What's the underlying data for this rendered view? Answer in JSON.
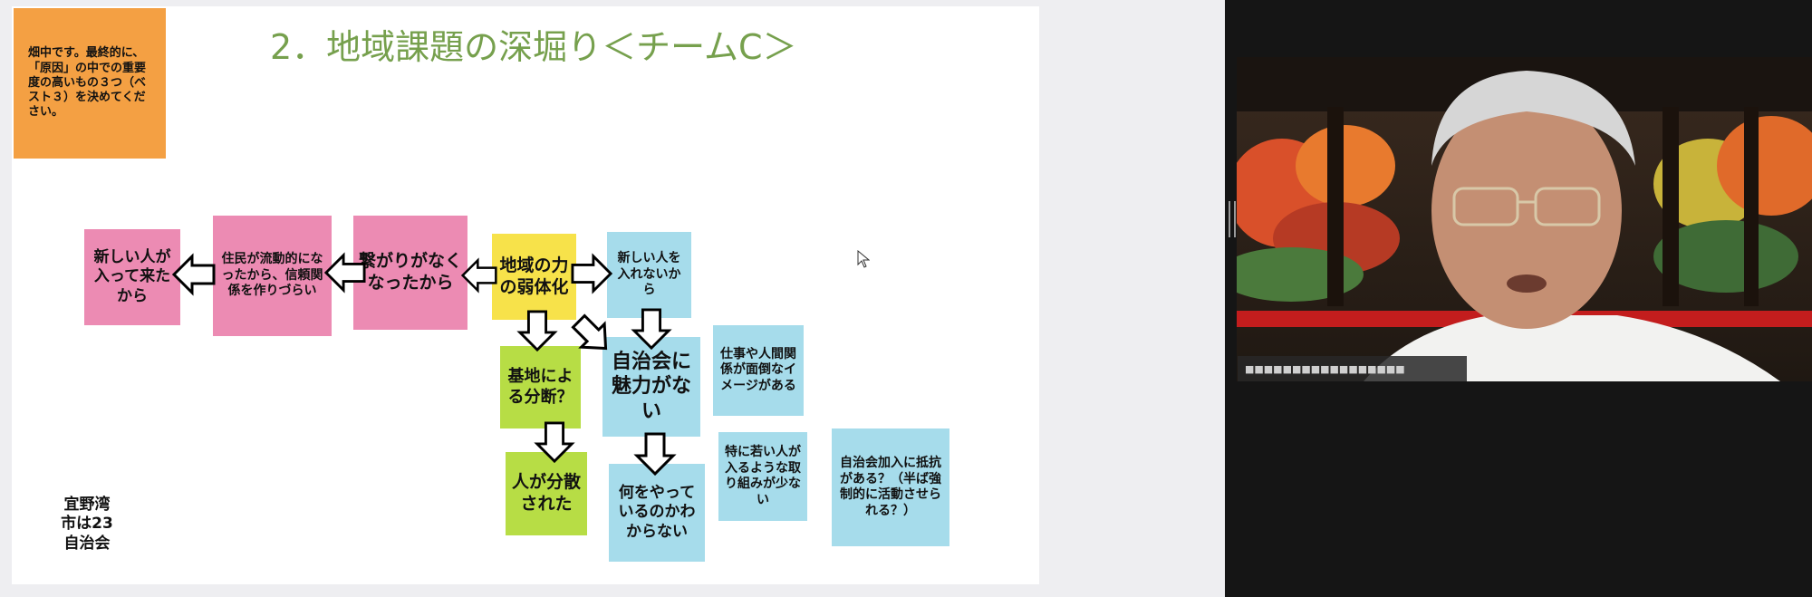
{
  "slide": {
    "title": "2．地域課題の深堀り＜チームC＞",
    "instruction_note": "畑中です。最終的に、「原因」の中での重要度の高いもの３つ（ベスト３）を決めてください。",
    "notes": {
      "new_people_came": "新しい人が入って来たから",
      "residents_mobile": "住民が流動的になったから、信頼関係を作りづらい",
      "lost_connections": "繋がりがなくなったから",
      "community_weakened": "地域の力の弱体化",
      "not_accept_new": "新しい人を入れないから",
      "base_division": "基地による分断？",
      "assoc_no_appeal": "自治会に魅力がない",
      "work_relations_troublesome": "仕事や人間関係が面倒なイメージがある",
      "people_dispersed": "人が分散された",
      "young_programs_few": "特に若い人が入るような取り組みが少ない",
      "dont_know_activities": "何をやっているのかわからない",
      "resistance_joining": "自治会加入に抵抗がある？（半ば強制的に活動させられる？）",
      "ginowan_text": "宜野湾市は23自治会"
    },
    "colors": {
      "title": "#76a04d",
      "pink": "#ec8bb3",
      "yellow": "#f7e24a",
      "green": "#b7dd45",
      "blue": "#a6dceb",
      "orange": "#f4a043"
    }
  },
  "video": {
    "participant_name": "■■■■■■■■■■■■■■■■■"
  },
  "icons": {
    "cursor": "mouse-pointer-icon",
    "arrows": "outline-arrow-icon"
  }
}
